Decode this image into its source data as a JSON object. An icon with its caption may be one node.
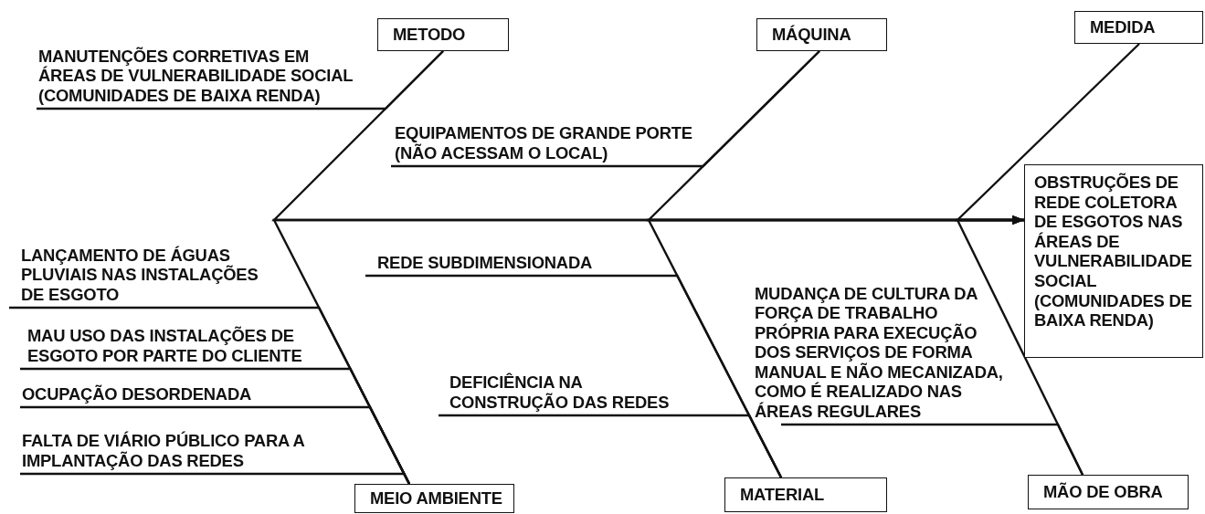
{
  "diagram": {
    "nodes": [
      {
        "text": [
          "METODO"
        ]
      },
      {
        "text": [
          "MÁQUINA"
        ]
      },
      {
        "text": [
          "MEDIDA"
        ]
      },
      {
        "text": [
          "MANUTENÇÕES CORRETIVAS EM ÁREAS DE VULNERABILIDADE SOCIAL (COMUNIDADES DE BAIXA RENDA)"
        ]
      },
      {
        "text": [
          "EQUIPAMENTOS DE GRANDE PORTE (NÃO ACESSAM O LOCAL)"
        ]
      },
      {
        "text": [
          "OBSTRUÇÕES DE REDE COLETORA DE ESGOTOS NAS ÁREAS DE VULNERABILIDADE SOCIAL (COMUNIDADES DE BAIXA RENDA)"
        ]
      },
      {
        "text": [
          "LANÇAMENTO DE ÁGUAS PLUVIAIS NAS INSTALAÇÕES DE ESGOTO"
        ]
      },
      {
        "text": [
          "REDE SUBDIMENSIONADA"
        ]
      },
      {
        "text": [
          "MUDANÇA DE CULTURA DA FORÇA DE TRABALHO PRÓPRIA PARA EXECUÇÃO DOS SERVIÇOS DE FORMA MANUAL E NÃO MECANIZADA, COMO É REALIZADO NAS ÁREAS REGULARES"
        ]
      },
      {
        "text": [
          "MAU USO DAS INSTALAÇÕES DE ESGOTO POR PARTE DO CLIENTE"
        ]
      },
      {
        "text": [
          "OCUPAÇÃO DESORDENADA"
        ]
      },
      {
        "text": [
          "DEFICIÊNCIA NA CONSTRUÇÃO DAS REDES"
        ]
      },
      {
        "text": [
          "FALTA DE VIÁRIO PÚBLICO PARA A IMPLANTAÇÃO DAS REDES"
        ]
      },
      {
        "text": [
          "MEIO AMBIENTE"
        ]
      },
      {
        "text": [
          "MATERIAL"
        ]
      },
      {
        "text": [
          "MÃO DE OBRA"
        ]
      }
    ],
    "edges": [
      {
        "from": 0,
        "to": 5,
        "arrow": "to"
      },
      {
        "from": 13,
        "to": 5,
        "arrow": "to"
      },
      {
        "from": 1,
        "to": 5,
        "arrow": "to"
      },
      {
        "from": 14,
        "to": 5,
        "arrow": "to"
      },
      {
        "from": 2,
        "to": 5,
        "arrow": "to"
      },
      {
        "from": 15,
        "to": 5,
        "arrow": "to"
      },
      {
        "from": 3,
        "to": 0,
        "arrow": "none"
      },
      {
        "from": 4,
        "to": 1,
        "arrow": "none"
      },
      {
        "from": 6,
        "to": 13,
        "arrow": "none"
      },
      {
        "from": 9,
        "to": 13,
        "arrow": "none"
      },
      {
        "from": 10,
        "to": 13,
        "arrow": "none"
      },
      {
        "from": 12,
        "to": 13,
        "arrow": "none"
      },
      {
        "from": 7,
        "to": 14,
        "arrow": "none"
      },
      {
        "from": 11,
        "to": 14,
        "arrow": "none"
      },
      {
        "from": 8,
        "to": 15,
        "arrow": "none"
      }
    ]
  }
}
